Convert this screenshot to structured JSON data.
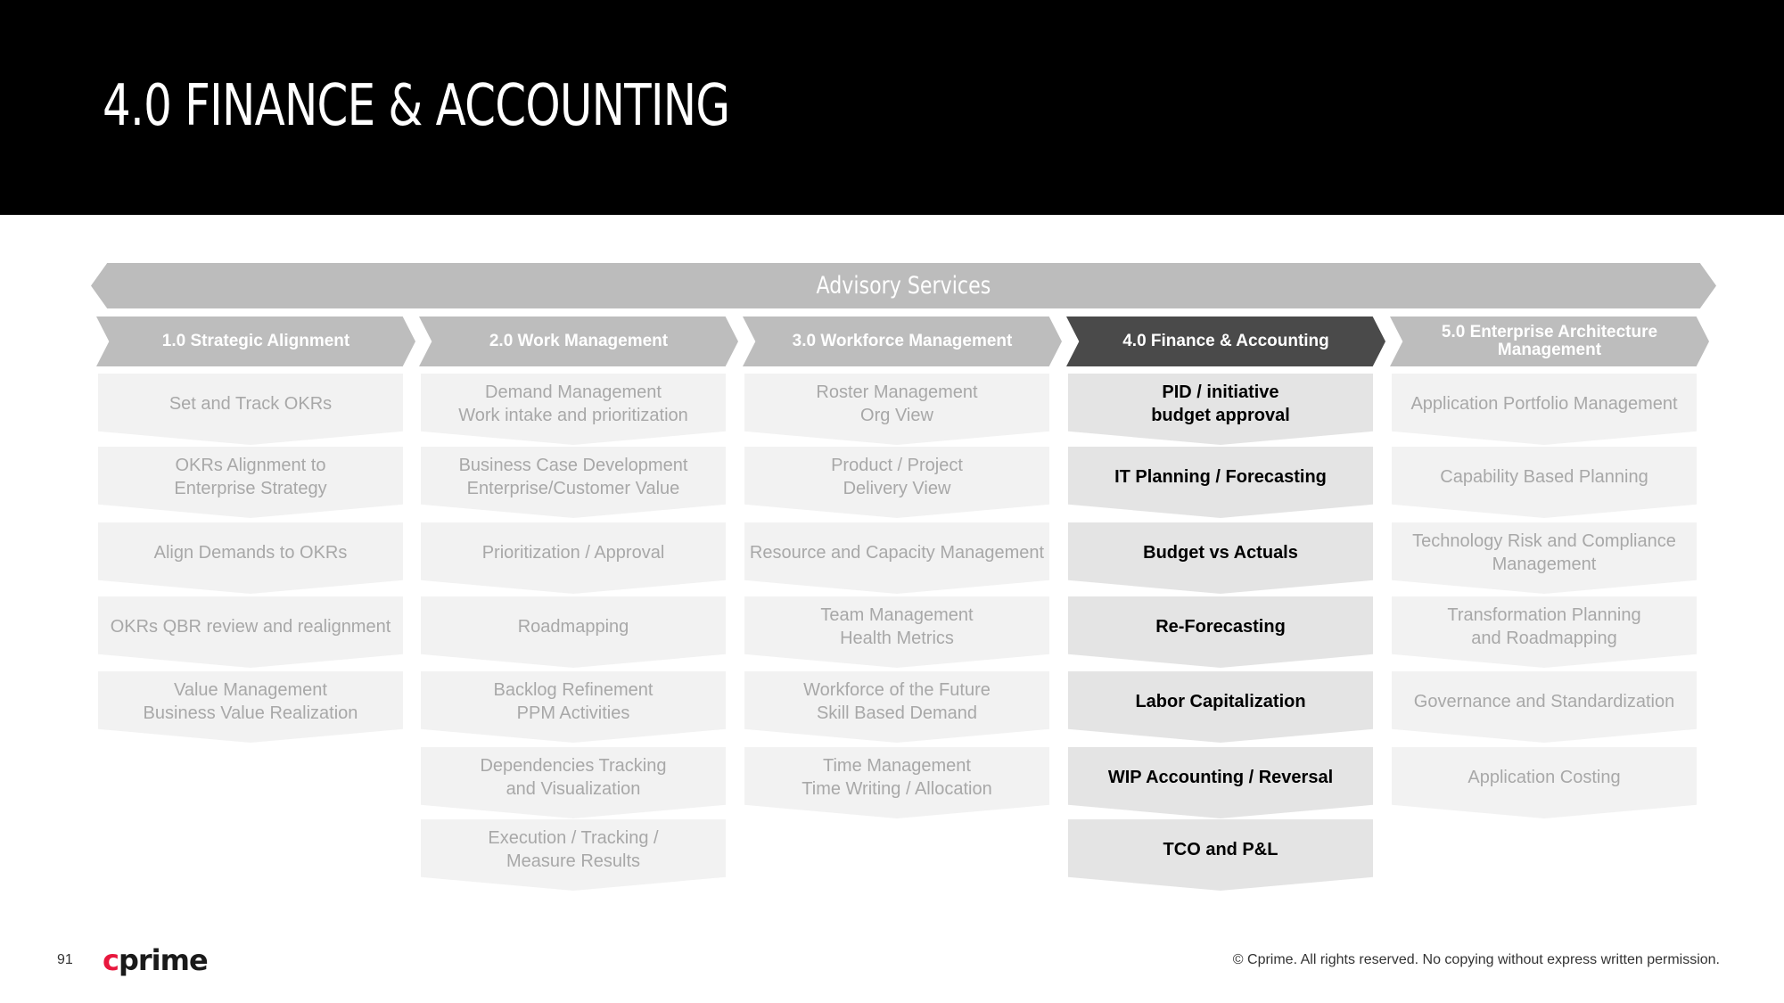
{
  "header": {
    "title": "4.0 FINANCE & ACCOUNTING"
  },
  "advisory": {
    "label": "Advisory Services"
  },
  "columns": [
    {
      "title": "1.0 Strategic Alignment",
      "active": false,
      "items": [
        "Set and Track OKRs",
        "OKRs Alignment to\nEnterprise Strategy",
        "Align Demands to OKRs",
        "OKRs QBR review and realignment",
        "Value Management\nBusiness Value Realization"
      ]
    },
    {
      "title": "2.0  Work Management",
      "active": false,
      "items": [
        "Demand Management\nWork intake and prioritization",
        "Business Case Development\nEnterprise/Customer Value",
        "Prioritization / Approval",
        "Roadmapping",
        "Backlog Refinement\nPPM Activities",
        "Dependencies Tracking\nand Visualization",
        "Execution / Tracking /\nMeasure Results"
      ]
    },
    {
      "title": "3.0 Workforce Management",
      "active": false,
      "items": [
        "Roster Management\nOrg View",
        "Product / Project\nDelivery View",
        "Resource and Capacity Management",
        "Team Management\nHealth Metrics",
        "Workforce of the Future\nSkill Based Demand",
        "Time Management\nTime Writing / Allocation"
      ]
    },
    {
      "title": "4.0 Finance & Accounting",
      "active": true,
      "items": [
        "PID / initiative\nbudget approval",
        "IT Planning  /  Forecasting",
        "Budget vs Actuals",
        "Re-Forecasting",
        "Labor Capitalization",
        "WIP Accounting / Reversal",
        "TCO and P&L"
      ]
    },
    {
      "title": "5.0 Enterprise Architecture\nManagement",
      "active": false,
      "items": [
        "Application Portfolio Management",
        "Capability Based Planning",
        "Technology Risk and Compliance\nManagement",
        "Transformation Planning\nand Roadmapping",
        "Governance and Standardization",
        "Application Costing"
      ]
    }
  ],
  "footer": {
    "page_number": "91",
    "logo_c": "c",
    "logo_rest": "prime",
    "legal": "© Cprime. All rights reserved. No copying without express written permission."
  },
  "colors": {
    "header_bg": "#000000",
    "advisory_bg": "#bcbcbc",
    "chevron_bg": "#bdbdbd",
    "chevron_active_bg": "#4a4a4a",
    "card_bg": "#f2f2f2",
    "card_active_bg": "#e4e4e4",
    "brand_accent": "#e8173d"
  }
}
